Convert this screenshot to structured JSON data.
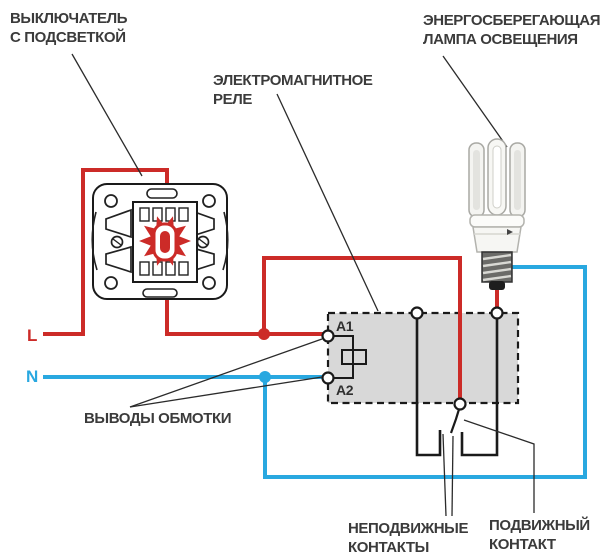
{
  "labels": {
    "switch": {
      "line1": "ВЫКЛЮЧАТЕЛЬ",
      "line2": "С ПОДСВЕТКОЙ"
    },
    "relay": {
      "line1": "ЭЛЕКТРОМАГНИТНОЕ",
      "line2": "РЕЛЕ"
    },
    "lamp": {
      "line1": "ЭНЕРГОСБЕРЕГАЮЩАЯ",
      "line2": "ЛАМПА ОСВЕЩЕНИЯ"
    },
    "coil_terminals": "ВЫВОДЫ ОБМОТКИ",
    "fixed_contacts": {
      "line1": "НЕПОДВИЖНЫЕ",
      "line2": "КОНТАКТЫ"
    },
    "movable_contact": {
      "line1": "ПОДВИЖНЫЙ",
      "line2": "КОНТАКТ"
    }
  },
  "wires": {
    "live_label": "L",
    "neutral_label": "N",
    "live_color": "#cc2b28",
    "neutral_color": "#29a8e0"
  },
  "relay": {
    "terminal_a1": "A1",
    "terminal_a2": "A2",
    "body_fill": "#d8d8d8",
    "outline_color": "#1a1a1a"
  },
  "indicator": {
    "glow_color": "#cc2b28"
  }
}
